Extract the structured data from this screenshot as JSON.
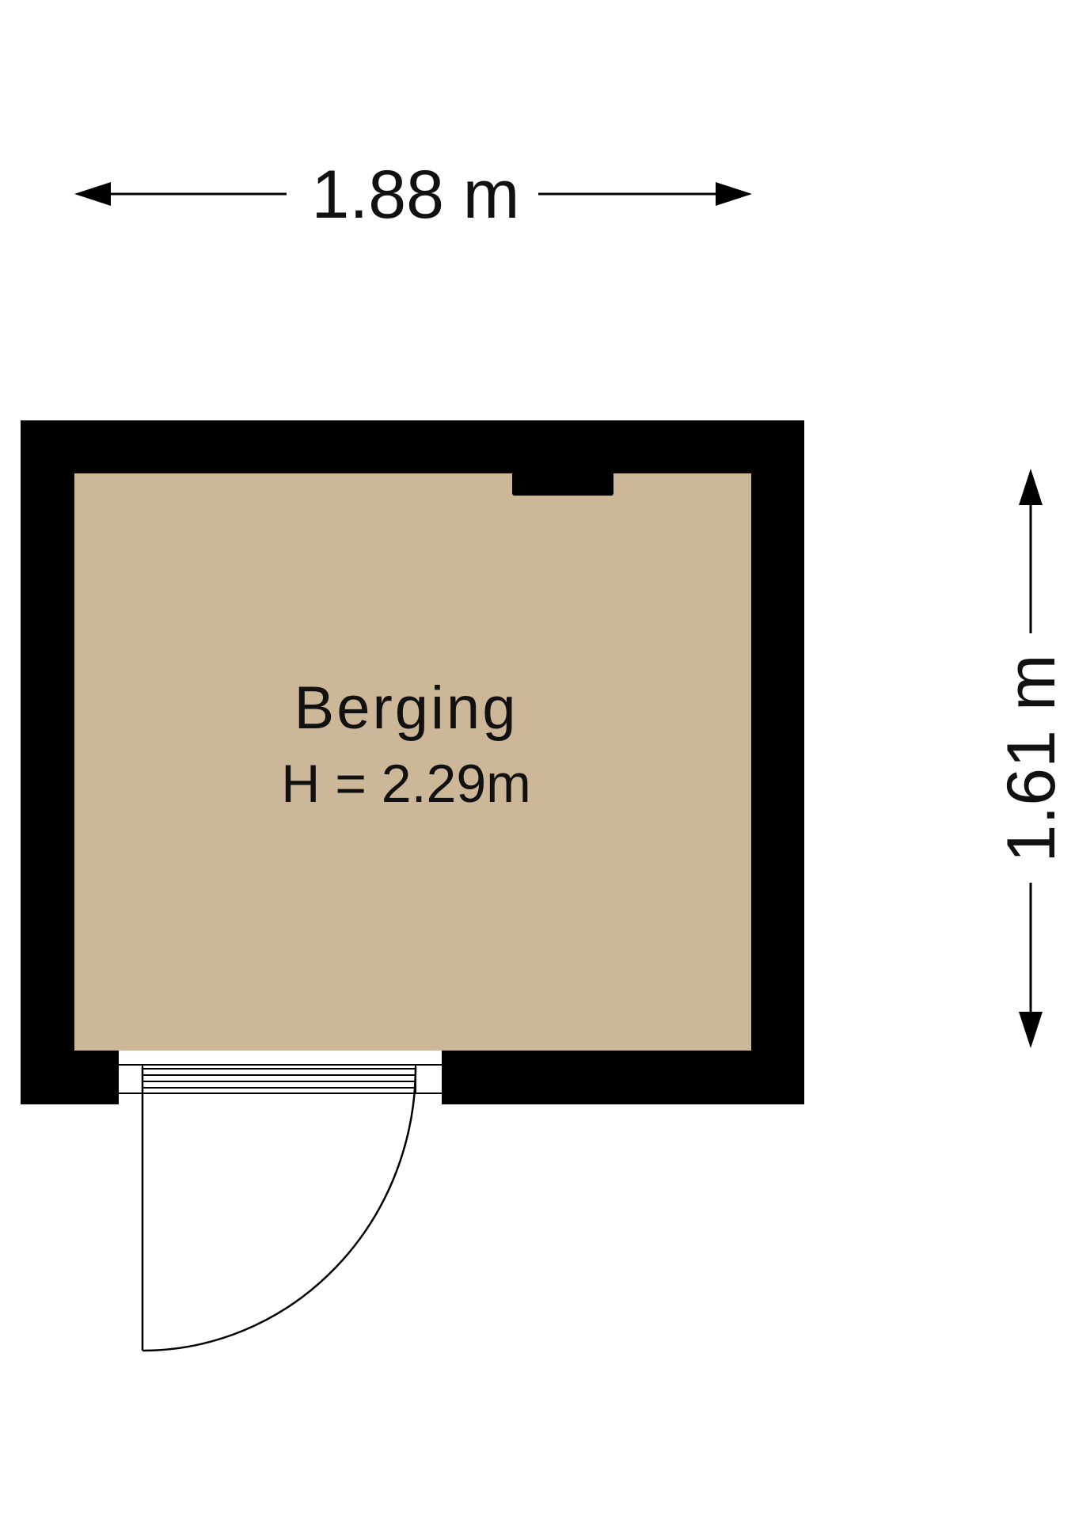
{
  "room": {
    "name": "Berging",
    "height_label": "H = 2.29m",
    "floor_color": "#cdb799",
    "wall_color": "#000000"
  },
  "dimensions": {
    "width_label": "1.88 m",
    "depth_label": "1.61 m"
  }
}
